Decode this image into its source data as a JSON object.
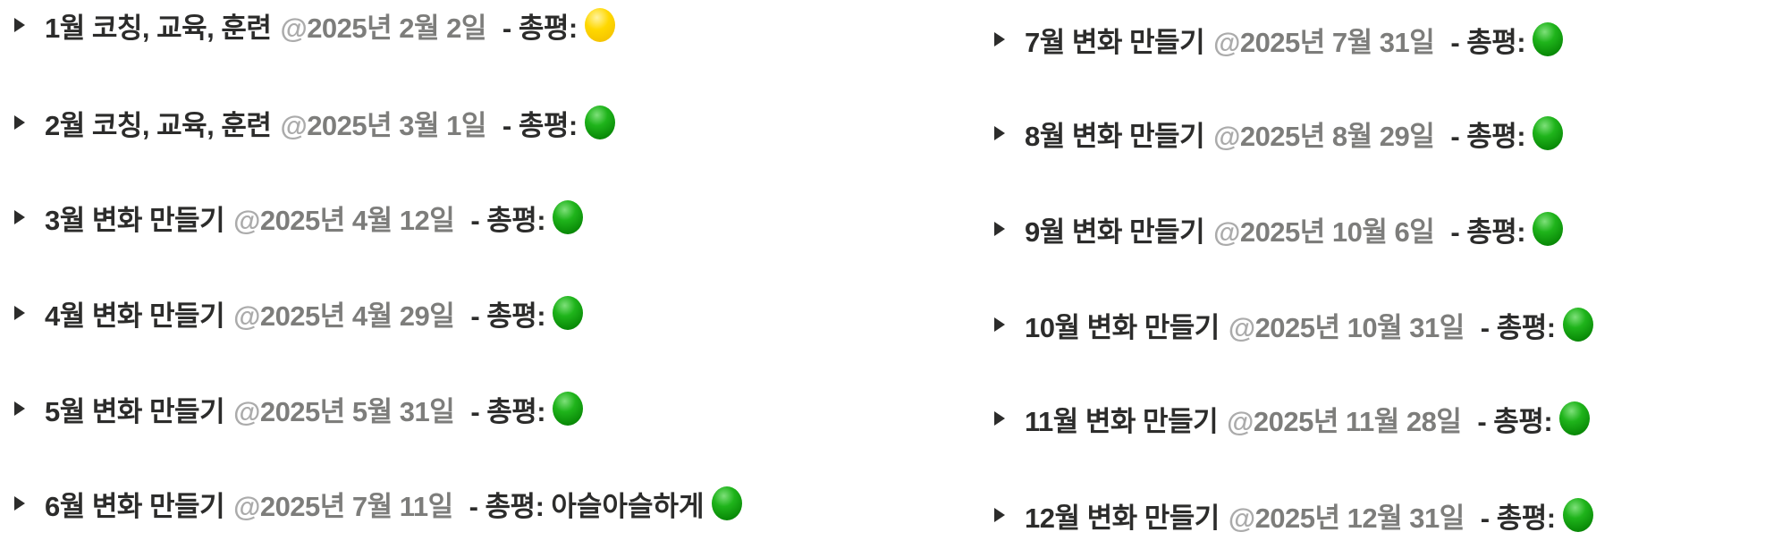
{
  "colors": {
    "text": "#2c2c2b",
    "date": "#7d7d7b",
    "green": "#0a8c08",
    "yellow": "#ffd800"
  },
  "review_label": "- 총평:",
  "left": [
    {
      "title": "1월 코칭, 교육, 훈련",
      "date": "2025년 2월 2일",
      "note": "",
      "status": "yellow"
    },
    {
      "title": "2월 코칭, 교육, 훈련",
      "date": "2025년 3월 1일",
      "note": "",
      "status": "green"
    },
    {
      "title": "3월 변화 만들기",
      "date": "2025년 4월 12일",
      "note": "",
      "status": "green"
    },
    {
      "title": "4월 변화 만들기",
      "date": "2025년 4월 29일",
      "note": "",
      "status": "green"
    },
    {
      "title": "5월 변화 만들기",
      "date": "2025년 5월 31일",
      "note": "",
      "status": "green"
    },
    {
      "title": "6월 변화 만들기",
      "date": "2025년 7월 11일",
      "note": "아슬아슬하게",
      "status": "green"
    }
  ],
  "right": [
    {
      "title": "7월 변화 만들기",
      "date": "2025년 7월 31일",
      "note": "",
      "status": "green"
    },
    {
      "title": "8월 변화 만들기",
      "date": "2025년 8월 29일",
      "note": "",
      "status": "green"
    },
    {
      "title": "9월 변화 만들기",
      "date": "2025년 10월 6일",
      "note": "",
      "status": "green"
    },
    {
      "title": "10월 변화 만들기",
      "date": "2025년 10월 31일",
      "note": "",
      "status": "green"
    },
    {
      "title": "11월 변화 만들기",
      "date": "2025년 11월 28일",
      "note": "",
      "status": "green"
    },
    {
      "title": "12월 변화 만들기",
      "date": "2025년 12월 31일",
      "note": "",
      "status": "green"
    }
  ]
}
